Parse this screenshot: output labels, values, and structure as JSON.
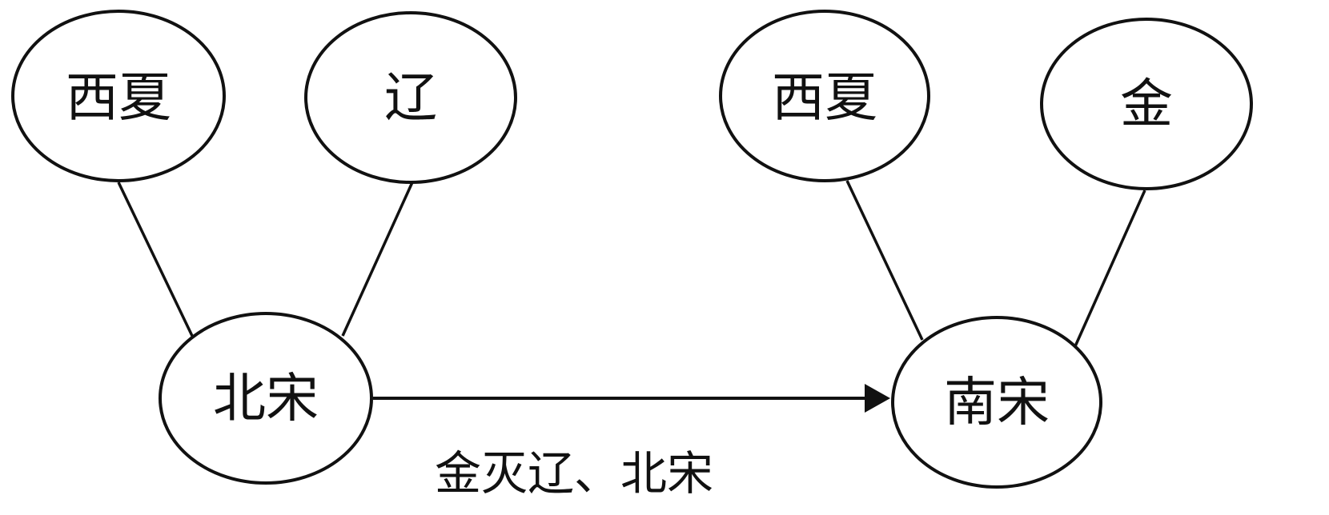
{
  "nodes": {
    "xixia_left": "西夏",
    "liao": "辽",
    "beisong": "北宋",
    "xixia_right": "西夏",
    "jin": "金",
    "nansong": "南宋"
  },
  "transition_label": "金灭辽、北宋"
}
